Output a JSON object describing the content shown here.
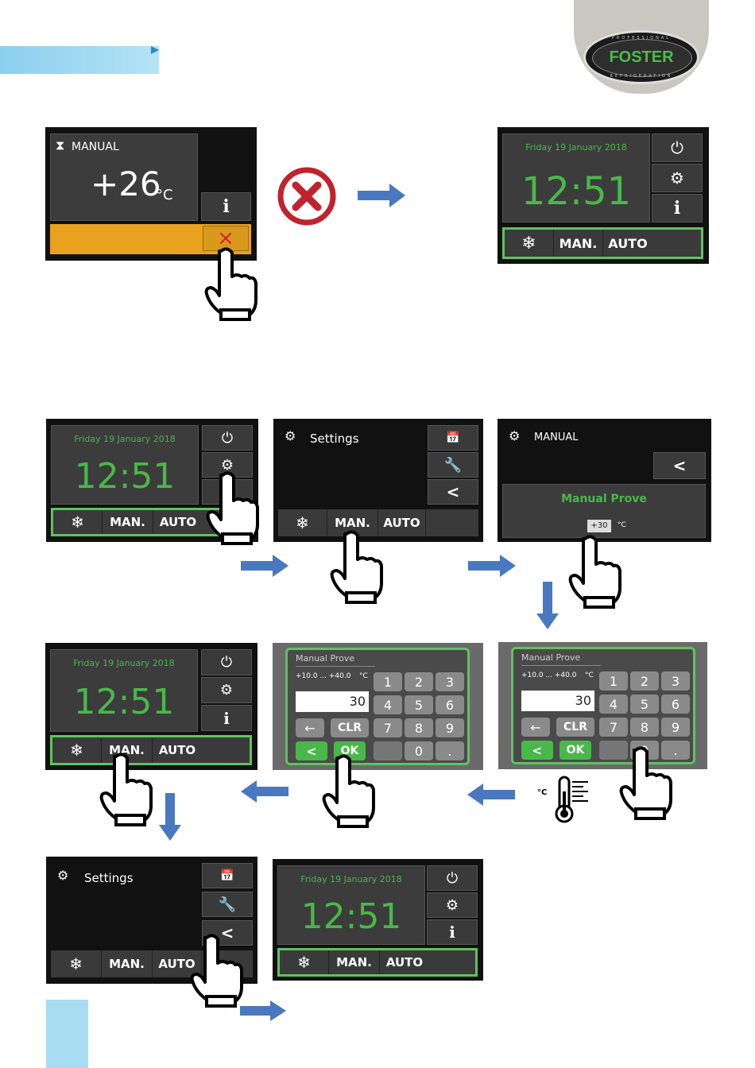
{
  "logo": {
    "text": "FOSTER",
    "ring_top": "PROFESSIONAL",
    "ring_bottom": "REFRIGERATION"
  },
  "colors": {
    "green": "#49b84a",
    "frame_green": "#5fc35f",
    "orange": "#e8a21e",
    "blue_arrow": "#4a78c0",
    "red_x": "#c0232d"
  },
  "screen_manual": {
    "label": "MANUAL",
    "temp": "+26",
    "unit": "°C",
    "info": "i",
    "close": "×"
  },
  "screen_main": {
    "date": "Friday 19 January 2018",
    "time": "12:51",
    "power_icon": "⏻",
    "settings_icon": "⚙",
    "info": "i",
    "snow": "❄",
    "man": "MAN.",
    "auto": "AUTO"
  },
  "screen_settings": {
    "title": "Settings",
    "cal_icon": "calendar-clock-icon",
    "wrench": "wrench-icon",
    "back": "<"
  },
  "screen_manual_prove": {
    "title": "MANUAL",
    "heading": "Manual Prove",
    "value": "+30",
    "unit": "°C",
    "back": "<"
  },
  "keypad": {
    "title": "Manual Prove",
    "range": "+10.0 ... +40.0",
    "unit": "°C",
    "value": "30",
    "keys": [
      "1",
      "2",
      "3",
      "4",
      "5",
      "6",
      "7",
      "8",
      "9"
    ],
    "backspace": "←",
    "clr": "CLR",
    "back": "<",
    "ok": "OK",
    "zero": "0",
    "dot": "."
  },
  "thermo_unit": "°C"
}
